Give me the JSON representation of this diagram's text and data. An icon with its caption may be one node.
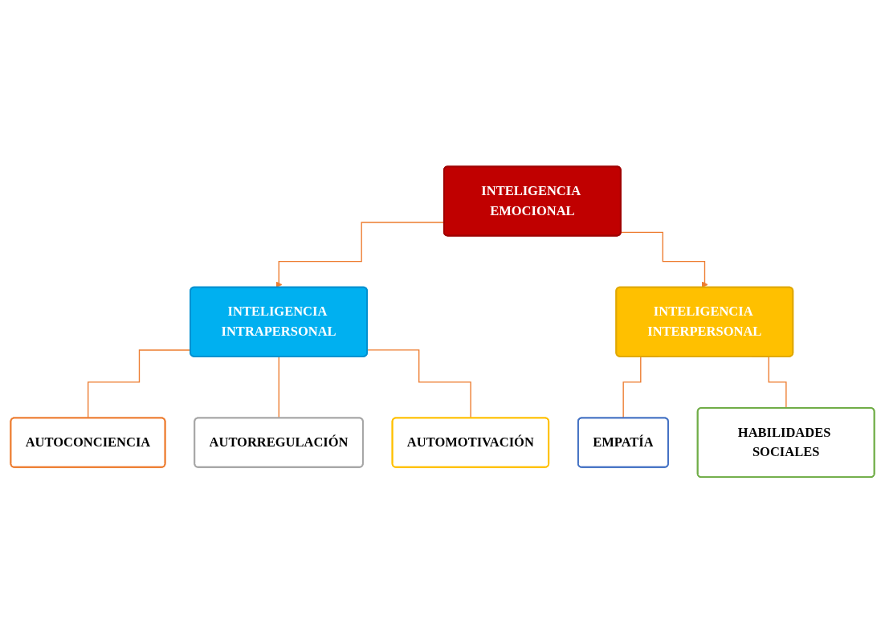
{
  "diagram": {
    "nodes": [
      {
        "text": [
          "INTELIGENCIA EMOCIONAL"
        ]
      },
      {
        "text": [
          "INTELIGENCIA INTRAPERSONAL"
        ]
      },
      {
        "text": [
          "INTELIGENCIA INTERPERSONAL"
        ]
      },
      {
        "text": [
          "AUTOCONCIENCIA"
        ]
      },
      {
        "text": [
          "AUTORREGULACIÓN"
        ]
      },
      {
        "text": [
          "AUTOMOTIVACIÓN"
        ]
      },
      {
        "text": [
          "EMPATÍA"
        ]
      },
      {
        "text": [
          "HABILIDADES SOCIALES"
        ]
      }
    ],
    "edges": [
      {
        "from": 0,
        "to": 1,
        "arrow": "to",
        "color": "#ed7d31"
      },
      {
        "from": 0,
        "to": 2,
        "arrow": "to",
        "color": "#ed7d31"
      },
      {
        "from": 1,
        "to": 3,
        "arrow": "none",
        "color": "#ed7d31"
      },
      {
        "from": 1,
        "to": 4,
        "arrow": "none",
        "color": "#ed7d31"
      },
      {
        "from": 1,
        "to": 5,
        "arrow": "none",
        "color": "#ed7d31"
      },
      {
        "from": 2,
        "to": 6,
        "arrow": "none",
        "color": "#ed7d31"
      },
      {
        "from": 2,
        "to": 7,
        "arrow": "none",
        "color": "#ed7d31"
      }
    ]
  }
}
